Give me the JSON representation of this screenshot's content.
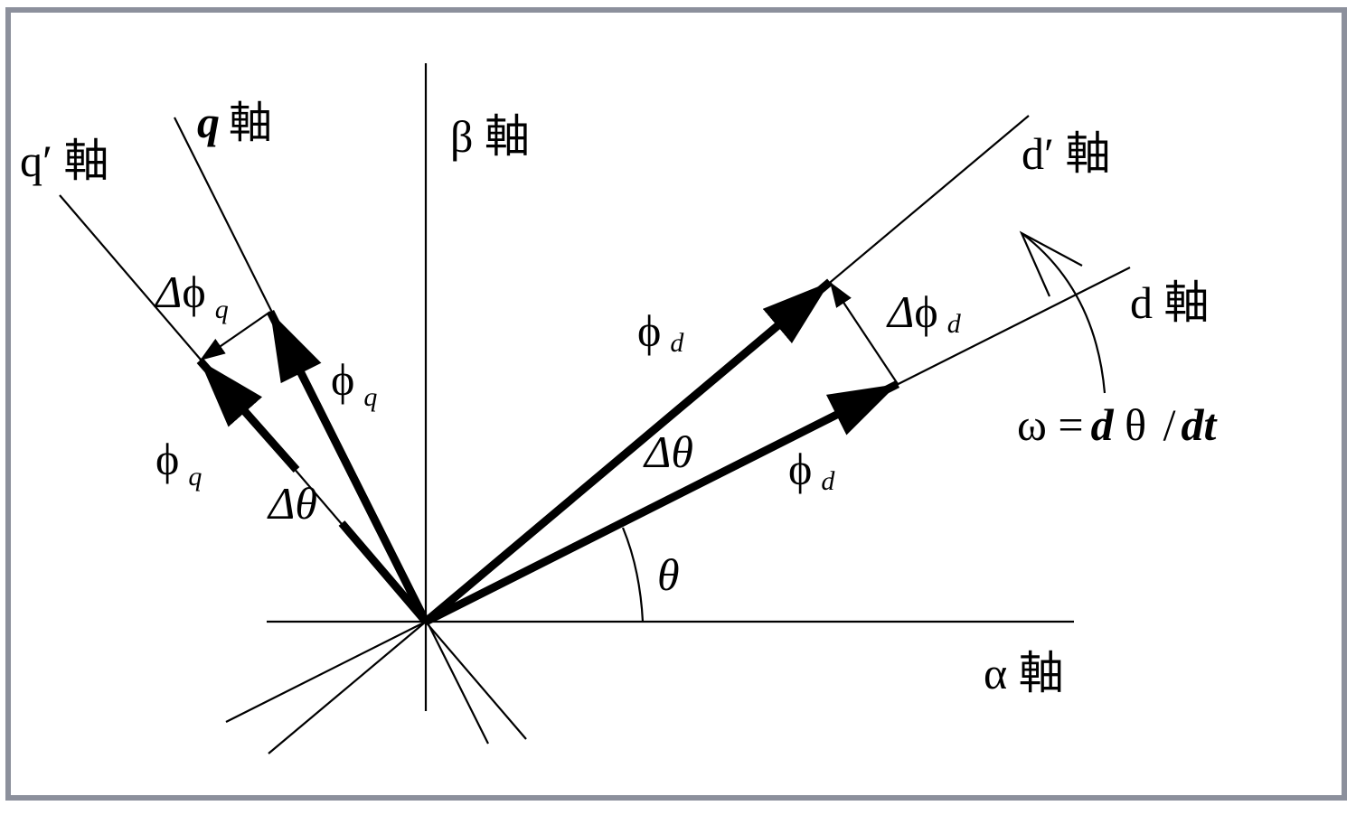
{
  "axes": {
    "alpha": "α 軸",
    "beta": "β 軸",
    "d": "d 軸",
    "d_prime": "d′ 軸",
    "q_prime": "q′ 軸",
    "q_letter": "q",
    "q_kanji": "軸"
  },
  "vectors": {
    "phi": "ϕ",
    "sub_d": "d",
    "sub_q": "q",
    "delta": "Δ",
    "delta_theta": "Δθ",
    "theta": "θ"
  },
  "formula": {
    "lhs": "ω =",
    "d1": "d",
    "theta": " θ ",
    "slash": "/",
    "dt": "dt"
  }
}
